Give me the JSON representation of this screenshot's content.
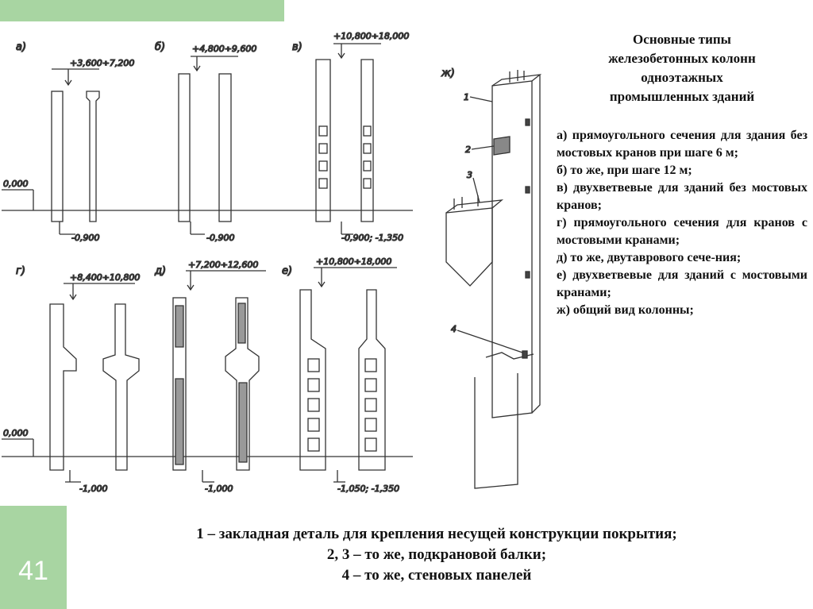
{
  "colors": {
    "accent": "#a8d5a2"
  },
  "page_number": "41",
  "title_lines": [
    "Основные типы",
    "железобетонных колонн",
    "одноэтажных",
    "промышленных зданий"
  ],
  "items": [
    "а) прямоугольного сечения для здания без мостовых кранов при шаге 6 м;",
    "б) то же, при шаге 12 м;",
    "в) двухветвевые для зданий без мостовых кранов;",
    "г) прямоугольного сечения для кранов с мостовыми кранами;",
    "д) то же, двутаврового сече-ния;",
    "е) двухветвевые для зданий с мостовыми кранами;",
    "ж) общий вид колонны;"
  ],
  "legend_lines": [
    "1 – закладная деталь для крепления несущей конструкции покрытия;",
    "2, 3 – то же, подкрановой балки;",
    "4 – то же, стеновых панелей"
  ],
  "drawing": {
    "sections": [
      "а)",
      "б)",
      "в)",
      "г)",
      "д)",
      "е)",
      "ж)"
    ],
    "top_marks": [
      "+3,600÷7,200",
      "+4,800÷9,600",
      "+10,800÷18,000",
      "+8,400÷10,800",
      "+7,200÷12,600",
      "+10,800÷18,000"
    ],
    "bottom_marks": [
      "-0,900",
      "-0,900",
      "-0,900; -1,350",
      "-1,000",
      "-1,000",
      "-1,050; -1,350"
    ],
    "ground_mark": "0,000",
    "callouts": [
      "1",
      "2",
      "3",
      "4"
    ]
  }
}
